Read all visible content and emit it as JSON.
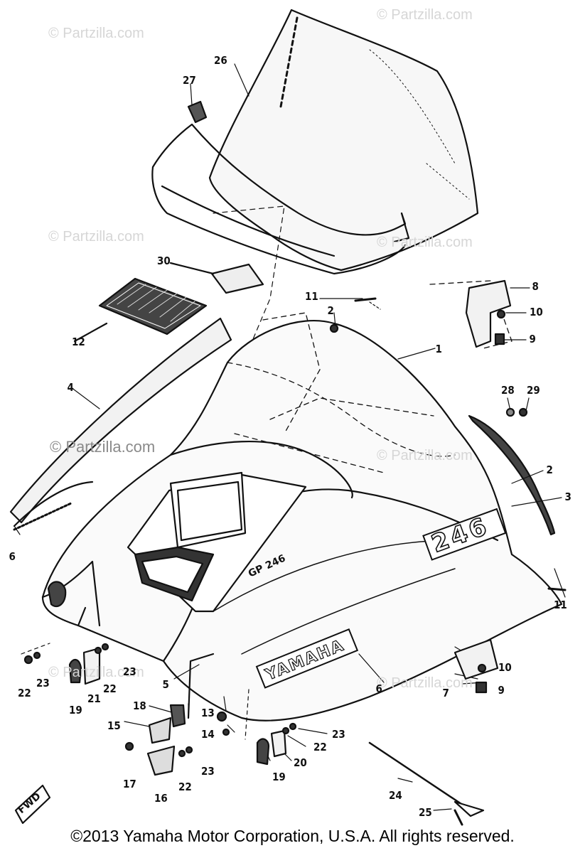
{
  "watermark": "© Partzilla.com",
  "footer": "©2013  Yamaha Motor Corporation, U.S.A. All rights reserved.",
  "labels": {
    "model_emblem": "GP 246",
    "decal_number": "246",
    "brand": "YAMAHA",
    "direction": "FWD"
  },
  "callouts": [
    "26",
    "27",
    "30",
    "11",
    "2",
    "8",
    "10",
    "9",
    "12",
    "1",
    "28",
    "29",
    "4",
    "2",
    "3",
    "6",
    "11",
    "10",
    "9",
    "7",
    "6",
    "5",
    "13",
    "14",
    "18",
    "15",
    "22",
    "23",
    "19",
    "21",
    "22",
    "23",
    "17",
    "16",
    "22",
    "23",
    "19",
    "20",
    "22",
    "23",
    "24",
    "25"
  ]
}
